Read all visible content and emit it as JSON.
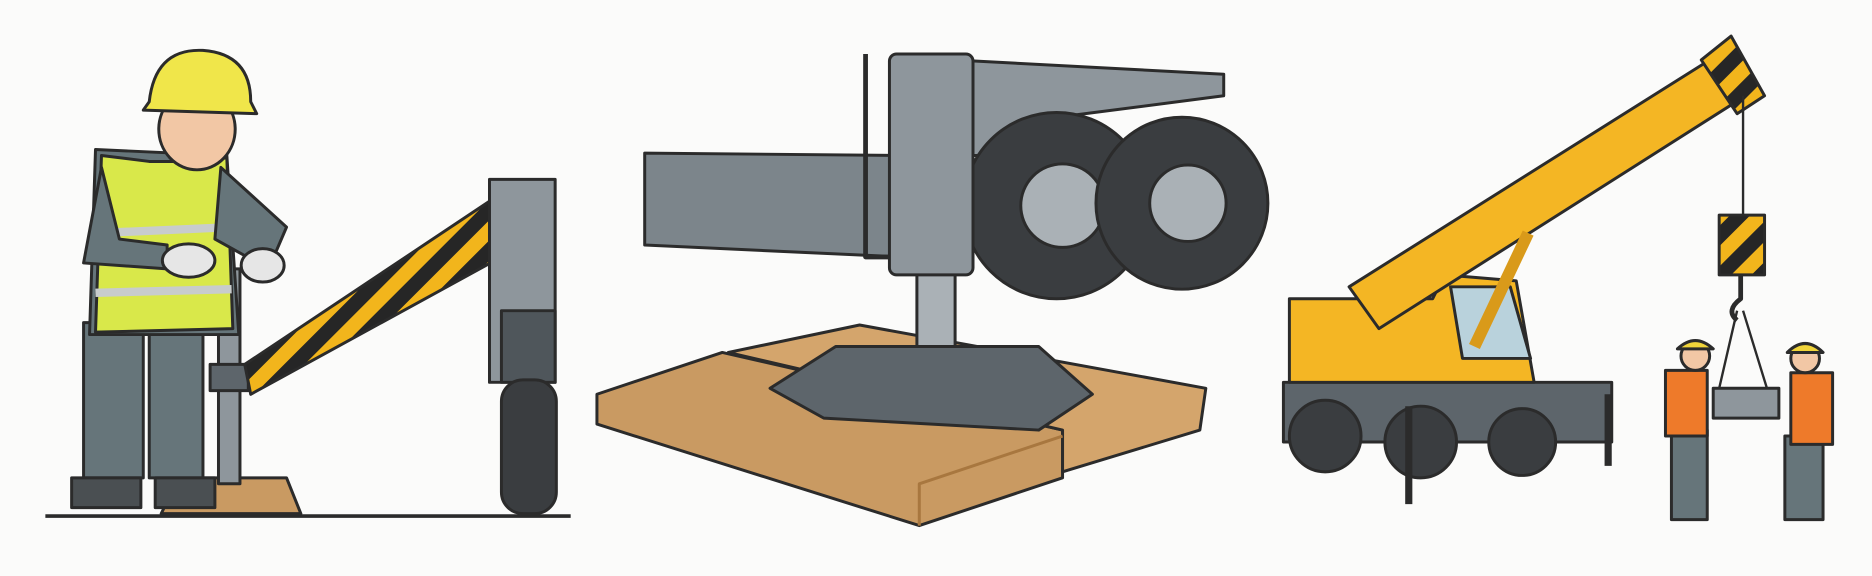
{
  "illustration": {
    "panels": [
      {
        "subject": "worker-with-jack-stand"
      },
      {
        "subject": "trailer-jack-on-wood-blocks"
      },
      {
        "subject": "mobile-crane-with-outriggers"
      }
    ],
    "colors": {
      "background": "#fbfbfa",
      "outline": "#2b2b2b",
      "steel": "#8e969c",
      "steel_dark": "#5d656b",
      "hazard_yellow": "#f2b51c",
      "hazard_black": "#262626",
      "hi_vis": "#d9e84a",
      "orange_vest": "#ee7a2a",
      "workwear": "#66757a",
      "wood": "#c99a62",
      "wood_dark": "#a8773f",
      "crane_yellow": "#f4b624",
      "tire": "#3a3d40"
    }
  }
}
